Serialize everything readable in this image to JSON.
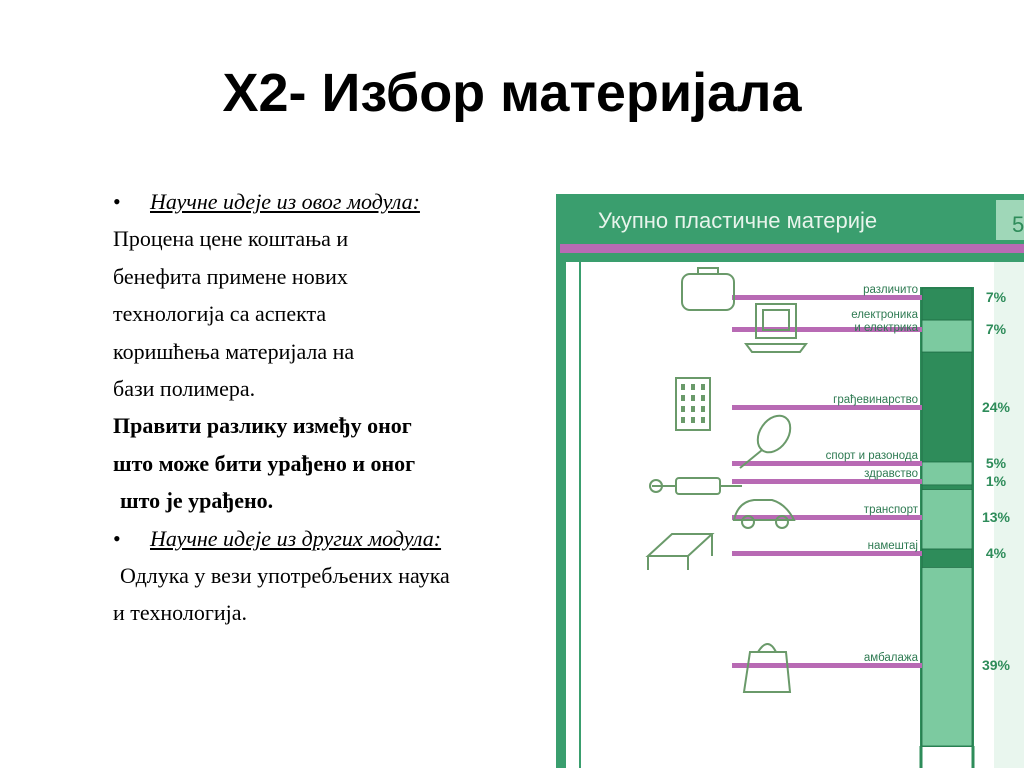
{
  "slide": {
    "title": "X2- Избор материјала"
  },
  "left_text": {
    "bullet_char": "•",
    "heading1": "Научне идеје из овог модула:",
    "p1": [
      "Процена цене коштања и",
      "бенефита примене нових",
      "технологија са аспекта",
      "коришћења материјала на",
      "бази полимера."
    ],
    "p2": [
      "Правити разлику између оног",
      "што може бити урађено и оног",
      "што је урађено."
    ],
    "heading2": "Научне идеје из других  модула:",
    "p3": [
      "Одлука у вези употребљених наука",
      "и технологија."
    ]
  },
  "chart_data": {
    "type": "bar",
    "title": "Укупно пластичне материје",
    "title_suffix": "5",
    "orientation": "stacked-vertical",
    "categories": [
      "различито",
      "електроника и електрика",
      "грађевинарство",
      "спорт и разонода",
      "здравство",
      "транспорт",
      "намештај",
      "амбалажа"
    ],
    "category_lines": [
      [
        "различито"
      ],
      [
        "електроника",
        "и електрика"
      ],
      [
        "грађевинарство"
      ],
      [
        "спорт и разонода"
      ],
      [
        "здравство"
      ],
      [
        "транспорт"
      ],
      [
        "намештај"
      ],
      [
        "амбалажа"
      ]
    ],
    "values": [
      7,
      7,
      24,
      5,
      1,
      13,
      4,
      39
    ],
    "value_labels": [
      "7%",
      "7%",
      "24%",
      "5%",
      "1%",
      "13%",
      "4%",
      "39%"
    ],
    "unit": "%",
    "icons": [
      "suitcase-icon",
      "computer-icon",
      "building-icon",
      "racket-icon",
      "syringe-icon",
      "car-icon",
      "bed-icon",
      "bag-icon"
    ],
    "colors": {
      "band": "#3a9e6e",
      "bar_dark": "#2e8c5a",
      "bar_light": "#7ccaa0",
      "leader": "#b86ab4",
      "title_text": "#e8f4ec",
      "panel": "#ffffff"
    }
  }
}
